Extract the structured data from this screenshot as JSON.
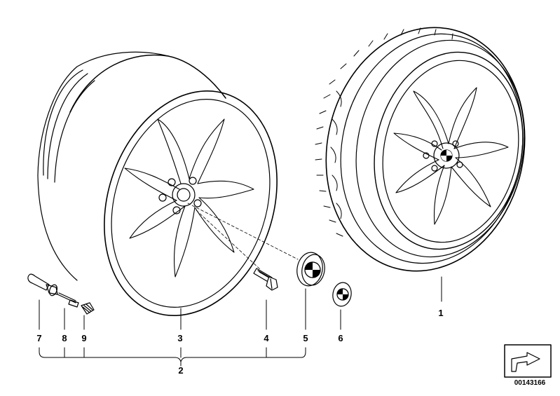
{
  "diagram": {
    "parts": [
      {
        "id": "wheel_assembly",
        "number": "1"
      },
      {
        "id": "callout_group",
        "number": "2"
      },
      {
        "id": "rim",
        "number": "3"
      },
      {
        "id": "wheel_bolt",
        "number": "4"
      },
      {
        "id": "hub_cap",
        "number": "5"
      },
      {
        "id": "emblem",
        "number": "6"
      },
      {
        "id": "valve",
        "number": "7"
      },
      {
        "id": "valve_insert",
        "number": "8"
      },
      {
        "id": "valve_cap",
        "number": "9"
      }
    ],
    "drawing_code": "00143166",
    "nav_icon": "forward-arrow-icon"
  }
}
